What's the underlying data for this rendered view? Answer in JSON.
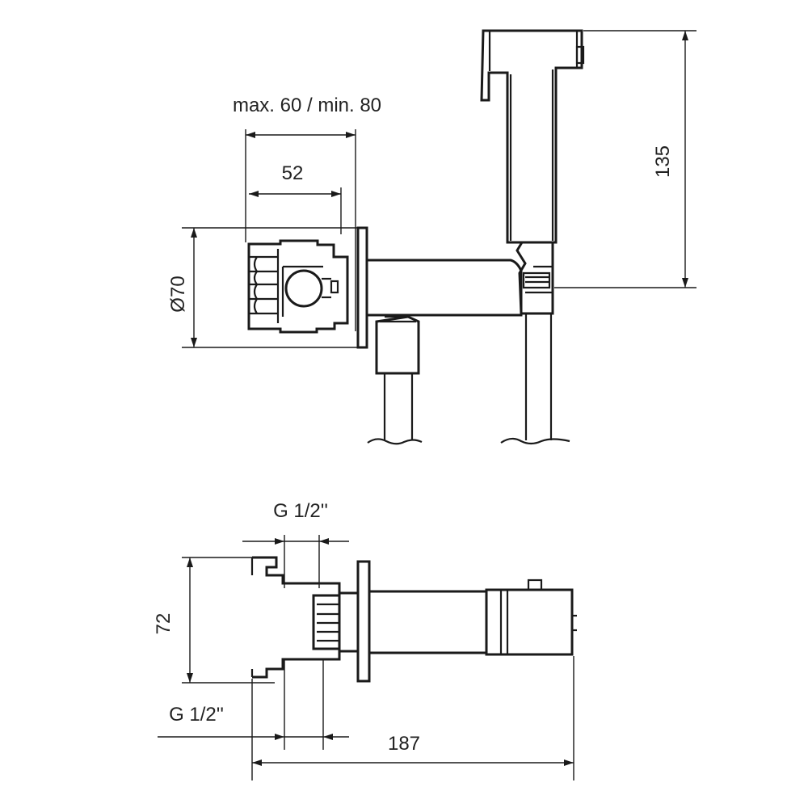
{
  "drawing": {
    "top_view": {
      "dim_install_depth": "max. 60 / min. 80",
      "dim_body_depth": "52",
      "dim_diameter": "Ø70",
      "dim_handshower_height": "135"
    },
    "bottom_view": {
      "dim_thread_top": "G 1/2''",
      "dim_height": "72",
      "dim_thread_bottom": "G 1/2''",
      "dim_total_length": "187"
    }
  }
}
